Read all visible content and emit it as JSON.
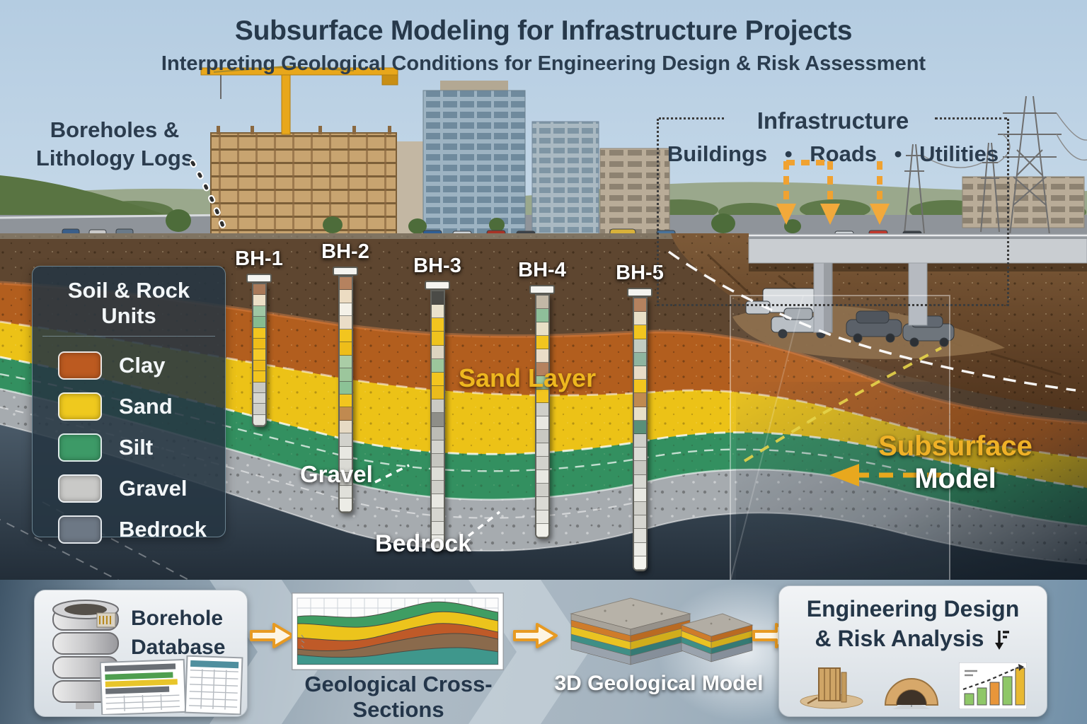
{
  "header": {
    "title": "Subsurface Modeling for Infrastructure Projects",
    "subtitle": "Interpreting Geological Conditions for Engineering Design & Risk Assessment"
  },
  "callouts": {
    "boreholes": {
      "line1": "Boreholes &",
      "line2": "Lithology Logs"
    },
    "infrastructure": {
      "title": "Infrastructure",
      "items": [
        "Buildings",
        "Roads",
        "Utilities"
      ],
      "bullet": "•"
    },
    "sand_layer": "Sand Layer",
    "gravel": "Gravel",
    "bedrock": "Bedrock",
    "subsurface_model": {
      "line1": "Subsurface",
      "line2": "Model"
    }
  },
  "legend": {
    "title": "Soil & Rock Units",
    "items": [
      {
        "label": "Clay",
        "color": "#bc5a20"
      },
      {
        "label": "Sand",
        "color": "#efc91e"
      },
      {
        "label": "Silt",
        "color": "#3d9a67"
      },
      {
        "label": "Gravel",
        "color": "#c9c9c7"
      },
      {
        "label": "Bedrock",
        "color": "#6d7885"
      }
    ]
  },
  "boreholes": [
    {
      "id": "BH-1",
      "segments": [
        "#a97a5a",
        "#ecdfc6",
        "#9fc7a4",
        "#86bb90",
        "#f2c51f",
        "#eebd1a",
        "#f4ca28",
        "#eebd1a",
        "#f2c51f",
        "#c9c9c3",
        "#d6d6d0",
        "#cfcfc9",
        "#e4e4de"
      ]
    },
    {
      "id": "BH-2",
      "segments": [
        "#b5825f",
        "#ecdcc2",
        "#f4f1e8",
        "#eaddc8",
        "#f2c51f",
        "#eebd1a",
        "#aacda6",
        "#9cc69c",
        "#8cc296",
        "#f2c51f",
        "#c08a50",
        "#e6dac4",
        "#d2d2cc",
        "#e8e8e2",
        "#dadad4",
        "#cfcfc9",
        "#e0e0da",
        "#ecece6"
      ]
    },
    {
      "id": "BH-3",
      "segments": [
        "#4b4b47",
        "#eae2cc",
        "#f2c51f",
        "#eec31e",
        "#dcd4c0",
        "#9cc69c",
        "#f2c51f",
        "#eabb1c",
        "#cacac4",
        "#8e8e88",
        "#bcbcb6",
        "#d4d4ce",
        "#c6c6c0",
        "#deded8",
        "#cfcfc9",
        "#e8e8e2",
        "#d6d6d0",
        "#e0e0da",
        "#f0f0ea"
      ]
    },
    {
      "id": "BH-4",
      "segments": [
        "#c2b8a6",
        "#8fbf9a",
        "#e8dfc6",
        "#f2c51f",
        "#eaddc8",
        "#b5825f",
        "#9cc69c",
        "#f2c51f",
        "#cfcfc9",
        "#e8e8e2",
        "#c8c8c2",
        "#dcdcd6",
        "#d2d2cc",
        "#e8e8e2",
        "#cfcfc9",
        "#dadad4",
        "#e4e4de",
        "#f0f0ea"
      ]
    },
    {
      "id": "BH-5",
      "segments": [
        "#b5825f",
        "#e8dfc6",
        "#f2c51f",
        "#c2ccc2",
        "#8fb5a0",
        "#e8dcc6",
        "#f2c51f",
        "#c08a50",
        "#e8e0c8",
        "#5a8f78",
        "#cfcfc9",
        "#dcdcd6",
        "#c8c8c2",
        "#d8d8d2",
        "#e8e8e2",
        "#cfcfc9",
        "#d6d6d0",
        "#e0e0da",
        "#ecece6",
        "#f4f4ee"
      ]
    }
  ],
  "workflow": {
    "step1": {
      "line1": "Borehole",
      "line2": "Database"
    },
    "step2": {
      "label": "Geological Cross-Sections"
    },
    "step3": {
      "label": "3D Geological Model"
    },
    "step4": {
      "line1": "Engineering Design",
      "line2": "& Risk Analysis"
    }
  },
  "colors": {
    "title_text": "#27394b",
    "accent_gold": "#efb127",
    "arrow_orange": "#ee9d20",
    "clay": "#b25e1e",
    "sand": "#ecc217",
    "silt": "#339060",
    "gravel": "#a6abaf",
    "bedrock": "#3f4c59",
    "topsoil": "#5e4630"
  }
}
